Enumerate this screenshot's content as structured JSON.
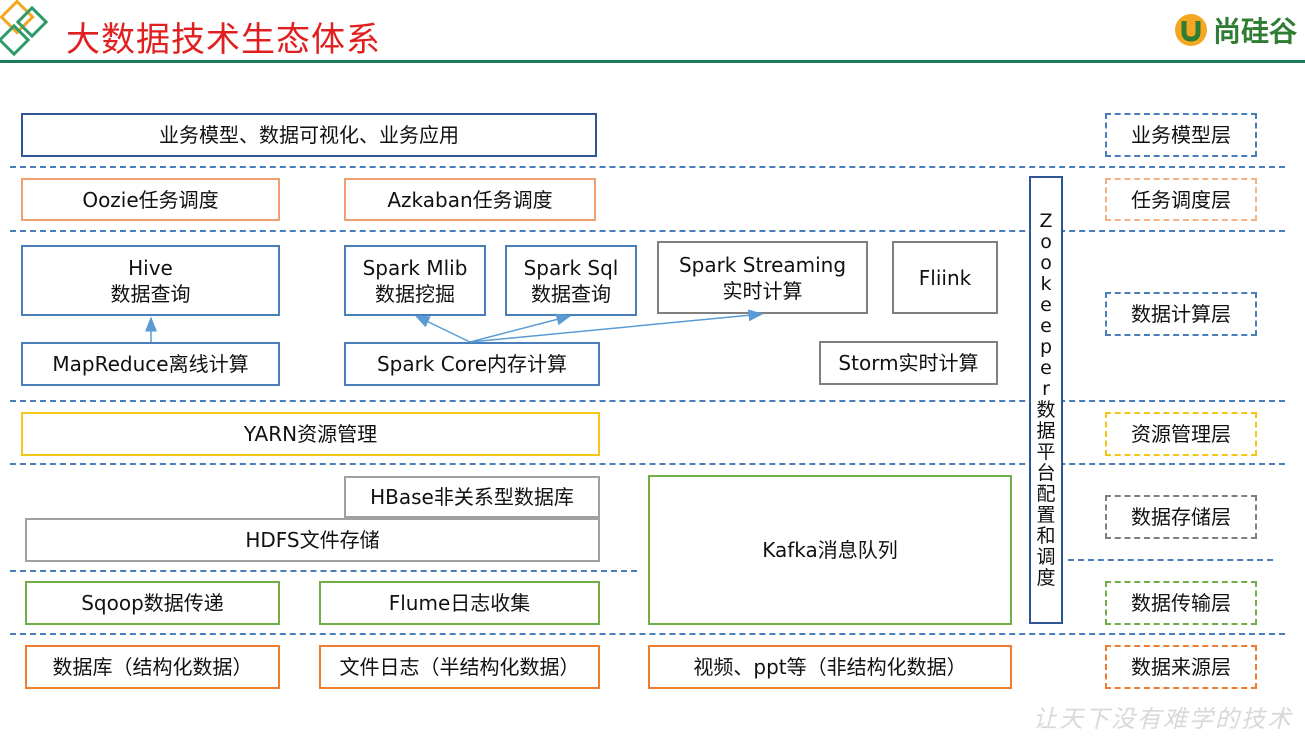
{
  "title": "大数据技术生态体系",
  "logo_text": "尚硅谷",
  "watermark": "让天下没有难学的技术",
  "layers": {
    "business": "业务模型层",
    "scheduling": "任务调度层",
    "compute": "数据计算层",
    "resource": "资源管理层",
    "storage": "数据存储层",
    "transport": "数据传输层",
    "source": "数据来源层"
  },
  "components": {
    "business_apps": "业务模型、数据可视化、业务应用",
    "oozie": "Oozie任务调度",
    "azkaban": "Azkaban任务调度",
    "hive": "Hive\n数据查询",
    "spark_mlib": "Spark Mlib\n数据挖掘",
    "spark_sql": "Spark Sql\n数据查询",
    "spark_streaming": "Spark Streaming\n实时计算",
    "flink": "Fliink",
    "mapreduce": "MapReduce离线计算",
    "spark_core": "Spark Core内存计算",
    "storm": "Storm实时计算",
    "yarn": "YARN资源管理",
    "hbase": "HBase非关系型数据库",
    "hdfs": "HDFS文件存储",
    "kafka": "Kafka消息队列",
    "sqoop": "Sqoop数据传递",
    "flume": "Flume日志收集",
    "database": "数据库（结构化数据）",
    "file_logs": "文件日志（半结构化数据）",
    "video": "视频、ppt等（非结构化数据）"
  },
  "zookeeper": {
    "latin": [
      "Z",
      "o",
      "o",
      "k",
      "e",
      "e",
      "p",
      "e",
      "r"
    ],
    "chinese": [
      "数",
      "据",
      "平",
      "台",
      "配",
      "置",
      "和",
      "调",
      "度"
    ]
  },
  "colors": {
    "title": "#e02020",
    "separator": "#4a7ebb",
    "logo": "#2e7d32",
    "header_rule": "#1f7a5a"
  }
}
